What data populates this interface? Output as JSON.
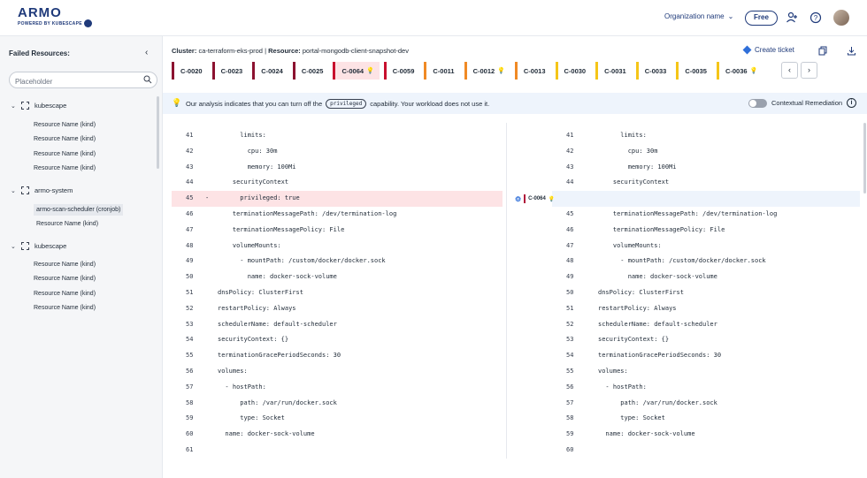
{
  "header": {
    "logo": "ARMO",
    "logo_sub": "POWERED BY KUBESCAPE",
    "org_name": "Organization name",
    "plan": "Free"
  },
  "sidebar": {
    "title": "Failed Resources:",
    "search_placeholder": "Placeholder",
    "groups": [
      {
        "name": "kubescape",
        "items": [
          "Resource Name (kind)",
          "Resource Name (kind)",
          "Resource Name (kind)",
          "Resource Name (kind)"
        ]
      },
      {
        "name": "armo-system",
        "items": [
          "armo-scan-scheduler (cronjob)",
          "Resource Name (kind)"
        ]
      },
      {
        "name": "kubescape",
        "items": [
          "Resource Name (kind)",
          "Resource Name (kind)",
          "Resource Name (kind)",
          "Resource Name (kind)"
        ]
      }
    ]
  },
  "main": {
    "cluster_label": "Cluster:",
    "cluster_value": "ca-terraform-eks-prod",
    "resource_label": "Resource:",
    "resource_value": "portal-mongodb-client-snapshot-dev",
    "create_ticket": "Create ticket",
    "controls": [
      {
        "id": "C-0020",
        "color": "#8c1230",
        "bulb": false,
        "active": false
      },
      {
        "id": "C-0023",
        "color": "#8c1230",
        "bulb": false,
        "active": false
      },
      {
        "id": "C-0024",
        "color": "#8c1230",
        "bulb": false,
        "active": false
      },
      {
        "id": "C-0025",
        "color": "#8c1230",
        "bulb": false,
        "active": false
      },
      {
        "id": "C-0064",
        "color": "#c8102e",
        "bulb": true,
        "active": true
      },
      {
        "id": "C-0059",
        "color": "#c8102e",
        "bulb": false,
        "active": false
      },
      {
        "id": "C-0011",
        "color": "#f08a24",
        "bulb": false,
        "active": false
      },
      {
        "id": "C-0012",
        "color": "#f08a24",
        "bulb": true,
        "active": false
      },
      {
        "id": "C-0013",
        "color": "#f08a24",
        "bulb": false,
        "active": false
      },
      {
        "id": "C-0030",
        "color": "#f5c518",
        "bulb": false,
        "active": false
      },
      {
        "id": "C-0031",
        "color": "#f5c518",
        "bulb": false,
        "active": false
      },
      {
        "id": "C-0033",
        "color": "#f5c518",
        "bulb": false,
        "active": false
      },
      {
        "id": "C-0035",
        "color": "#f5c518",
        "bulb": false,
        "active": false
      },
      {
        "id": "C-0036",
        "color": "#f5c518",
        "bulb": true,
        "active": false
      }
    ],
    "banner": {
      "text_before": "Our analysis indicates that you can turn off the",
      "tag": "privileged",
      "text_after": "capability. Your workload does not use it.",
      "toggle_label": "Contextual Remediation"
    },
    "inline_tag": "C-0064",
    "left_lines": [
      {
        "n": "41",
        "code": "      limits:"
      },
      {
        "n": "42",
        "code": "        cpu: 30m"
      },
      {
        "n": "43",
        "code": "        memory: 100Mi"
      },
      {
        "n": "44",
        "code": "    securityContext"
      },
      {
        "n": "45",
        "code": "      privileged: true",
        "removed": true,
        "marker": "-"
      },
      {
        "n": "46",
        "code": "    terminationMessagePath: /dev/termination-log"
      },
      {
        "n": "47",
        "code": "    terminationMessagePolicy: File"
      },
      {
        "n": "48",
        "code": "    volumeMounts:"
      },
      {
        "n": "49",
        "code": "      - mountPath: /custom/docker/docker.sock"
      },
      {
        "n": "50",
        "code": "        name: docker-sock-volume"
      },
      {
        "n": "51",
        "code": "dnsPolicy: ClusterFirst"
      },
      {
        "n": "52",
        "code": "restartPolicy: Always"
      },
      {
        "n": "53",
        "code": "schedulerName: default-scheduler"
      },
      {
        "n": "54",
        "code": "securityContext: {}"
      },
      {
        "n": "55",
        "code": "terminationGracePeriodSeconds: 30"
      },
      {
        "n": "56",
        "code": "volumes:"
      },
      {
        "n": "57",
        "code": "  - hostPath:"
      },
      {
        "n": "58",
        "code": "      path: /var/run/docker.sock"
      },
      {
        "n": "59",
        "code": "      type: Socket"
      },
      {
        "n": "60",
        "code": "  name: docker-sock-volume"
      },
      {
        "n": "61",
        "code": ""
      }
    ],
    "right_lines": [
      {
        "n": "41",
        "code": "      limits:"
      },
      {
        "n": "42",
        "code": "        cpu: 30m"
      },
      {
        "n": "43",
        "code": "        memory: 100Mi"
      },
      {
        "n": "44",
        "code": "    securityContext"
      },
      {
        "n": "",
        "code": "",
        "placeholder": true
      },
      {
        "n": "45",
        "code": "    terminationMessagePath: /dev/termination-log"
      },
      {
        "n": "46",
        "code": "    terminationMessagePolicy: File"
      },
      {
        "n": "47",
        "code": "    volumeMounts:"
      },
      {
        "n": "48",
        "code": "      - mountPath: /custom/docker/docker.sock"
      },
      {
        "n": "49",
        "code": "        name: docker-sock-volume"
      },
      {
        "n": "50",
        "code": "dnsPolicy: ClusterFirst"
      },
      {
        "n": "51",
        "code": "restartPolicy: Always"
      },
      {
        "n": "52",
        "code": "schedulerName: default-scheduler"
      },
      {
        "n": "53",
        "code": "securityContext: {}"
      },
      {
        "n": "54",
        "code": "terminationGracePeriodSeconds: 30"
      },
      {
        "n": "55",
        "code": "volumes:"
      },
      {
        "n": "56",
        "code": "  - hostPath:"
      },
      {
        "n": "57",
        "code": "      path: /var/run/docker.sock"
      },
      {
        "n": "58",
        "code": "      type: Socket"
      },
      {
        "n": "59",
        "code": "  name: docker-sock-volume"
      },
      {
        "n": "60",
        "code": ""
      }
    ]
  }
}
